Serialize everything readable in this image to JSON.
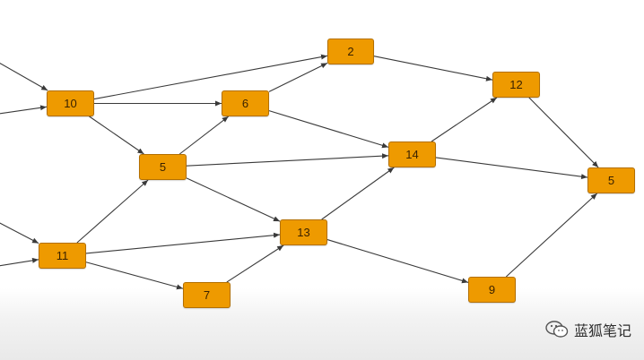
{
  "nodes": [
    {
      "id": "n10",
      "label": "10"
    },
    {
      "id": "n2",
      "label": "2"
    },
    {
      "id": "n6",
      "label": "6"
    },
    {
      "id": "n5a",
      "label": "5"
    },
    {
      "id": "n12",
      "label": "12"
    },
    {
      "id": "n14",
      "label": "14"
    },
    {
      "id": "n5b",
      "label": "5"
    },
    {
      "id": "n11",
      "label": "11"
    },
    {
      "id": "n13",
      "label": "13"
    },
    {
      "id": "n7",
      "label": "7"
    },
    {
      "id": "n9",
      "label": "9"
    }
  ],
  "edges": [
    {
      "from": "in1",
      "to": "n10"
    },
    {
      "from": "in2",
      "to": "n10"
    },
    {
      "from": "in3",
      "to": "n11"
    },
    {
      "from": "in4",
      "to": "n11"
    },
    {
      "from": "n10",
      "to": "n2"
    },
    {
      "from": "n10",
      "to": "n6"
    },
    {
      "from": "n10",
      "to": "n5a"
    },
    {
      "from": "n6",
      "to": "n2"
    },
    {
      "from": "n6",
      "to": "n14"
    },
    {
      "from": "n5a",
      "to": "n6"
    },
    {
      "from": "n5a",
      "to": "n14"
    },
    {
      "from": "n5a",
      "to": "n13"
    },
    {
      "from": "n11",
      "to": "n5a"
    },
    {
      "from": "n11",
      "to": "n13"
    },
    {
      "from": "n11",
      "to": "n7"
    },
    {
      "from": "n7",
      "to": "n13"
    },
    {
      "from": "n13",
      "to": "n14"
    },
    {
      "from": "n13",
      "to": "n9"
    },
    {
      "from": "n2",
      "to": "n12"
    },
    {
      "from": "n14",
      "to": "n12"
    },
    {
      "from": "n14",
      "to": "n5b"
    },
    {
      "from": "n12",
      "to": "n5b"
    },
    {
      "from": "n9",
      "to": "n5b"
    }
  ],
  "colors": {
    "node_fill": "#ee9a00",
    "node_border": "#b36f00",
    "edge": "#3a3a3a"
  },
  "watermark": {
    "icon": "wechat-icon",
    "text": "蓝狐笔记"
  }
}
